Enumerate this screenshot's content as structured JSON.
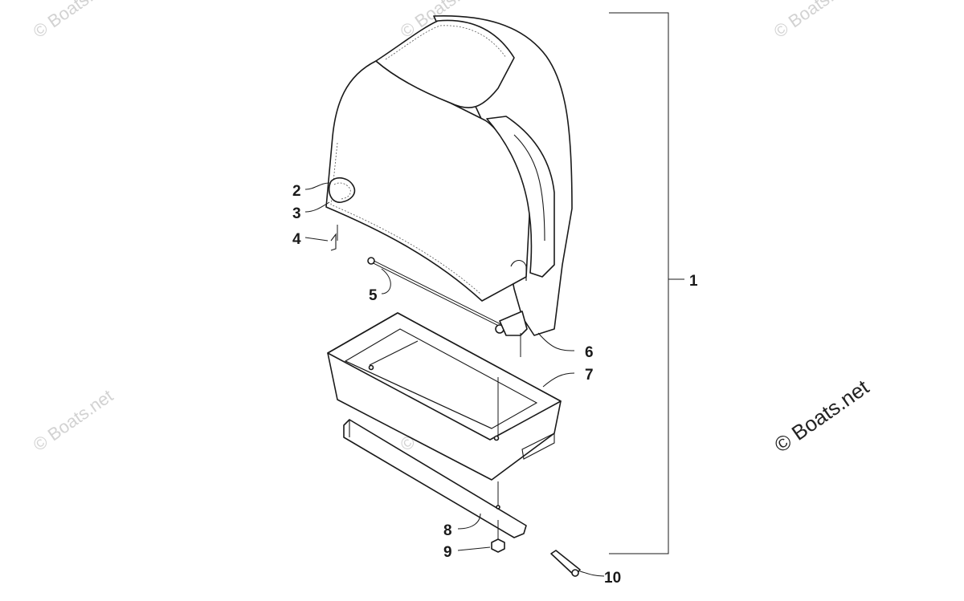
{
  "callouts": [
    "1",
    "2",
    "3",
    "4",
    "5",
    "6",
    "7",
    "8",
    "9",
    "10"
  ],
  "watermark": {
    "faint": "© Boats.net",
    "main": "© Boats.net"
  },
  "colors": {
    "ink": "#1a1a1a",
    "watermark_faint": "#d2d2d2",
    "watermark_main": "#222222",
    "background": "#ffffff"
  }
}
